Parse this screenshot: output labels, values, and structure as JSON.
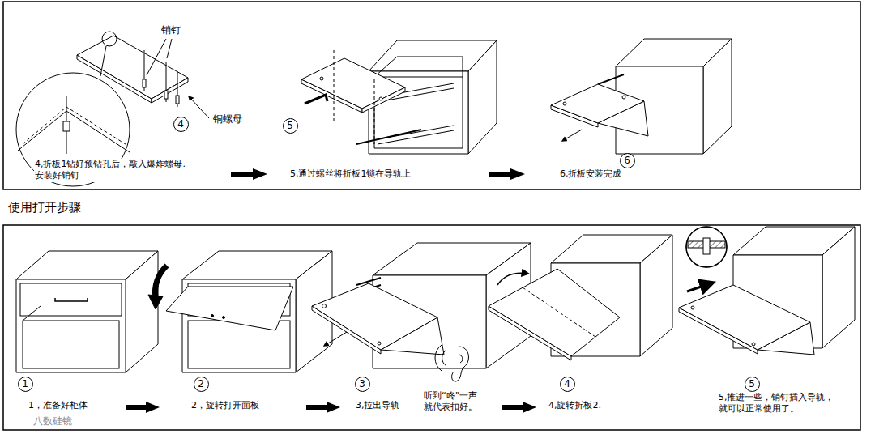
{
  "diagram": {
    "title": "使用打开步骤",
    "nodes": [
      {
        "text": [
          "4"
        ]
      },
      {
        "text": [
          "5"
        ]
      },
      {
        "text": [
          "6"
        ]
      },
      {
        "text": [
          "1"
        ]
      },
      {
        "text": [
          "2"
        ]
      },
      {
        "text": [
          "3"
        ]
      },
      {
        "text": [
          "4"
        ]
      },
      {
        "text": [
          "5"
        ]
      }
    ],
    "labels": [
      "销钉",
      "铜螺母",
      "4,折板1钻好预钻孔后，敲入爆炸螺母. 安装好销钉",
      "5,通过螺丝将折板1锁在导轨上",
      "6,折板安装完成",
      "1，准备好柜体",
      "2，旋转打开面板",
      "3,拉出导轨",
      "听到“咚”一声 就代表扣好。",
      "4,旋转折板2.",
      "5,推进一些，销钉插入导轨， 就可以正常使用了。",
      "八数硅镜"
    ]
  }
}
